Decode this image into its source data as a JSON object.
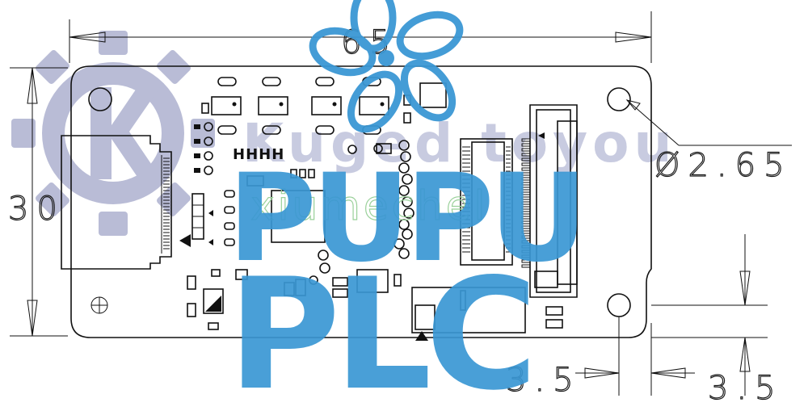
{
  "dimensions": {
    "width_label": "65",
    "height_label": "30",
    "hole_label": "Ø2.65",
    "offset_left_label": "3.5",
    "offset_right_label": "3.5"
  },
  "watermarks": {
    "brand_text": "Kuged toyou",
    "site_text": "xiumechel",
    "stamp_line1": "PUPU",
    "stamp_line2": "PLC"
  },
  "colors": {
    "blue": "#3a97d4",
    "gray_logo": "#b9bcd6",
    "green": "#9bd19b"
  },
  "icons": [
    "gear-logo-icon",
    "flower-logo-icon",
    "fiducial-icon"
  ]
}
